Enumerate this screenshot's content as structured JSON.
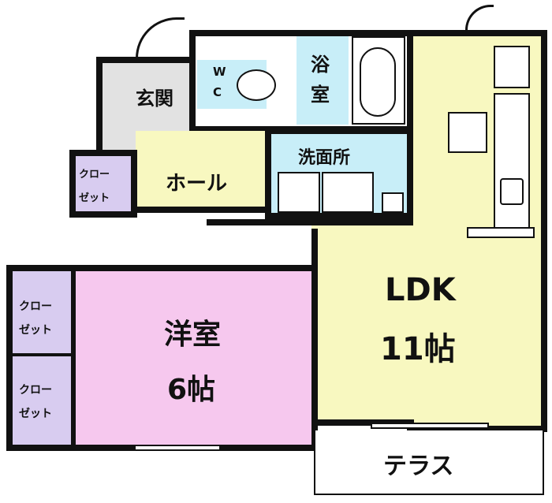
{
  "rooms": {
    "entrance": "玄関",
    "wc_w": "W",
    "wc_c": "C",
    "bath_1": "浴",
    "bath_2": "室",
    "washroom": "洗面所",
    "hall": "ホール",
    "closet_line1": "クロー",
    "closet_line2": "ゼット",
    "ldk_name": "LDK",
    "ldk_size": "11帖",
    "western_name": "洋室",
    "western_size": "6帖",
    "terrace": "テラス"
  },
  "colors": {
    "yellow": "#f8f8c0",
    "blue": "#c8eef8",
    "purple": "#d8ccf0",
    "pink": "#f6c8ee",
    "gray": "#e2e2e2"
  }
}
